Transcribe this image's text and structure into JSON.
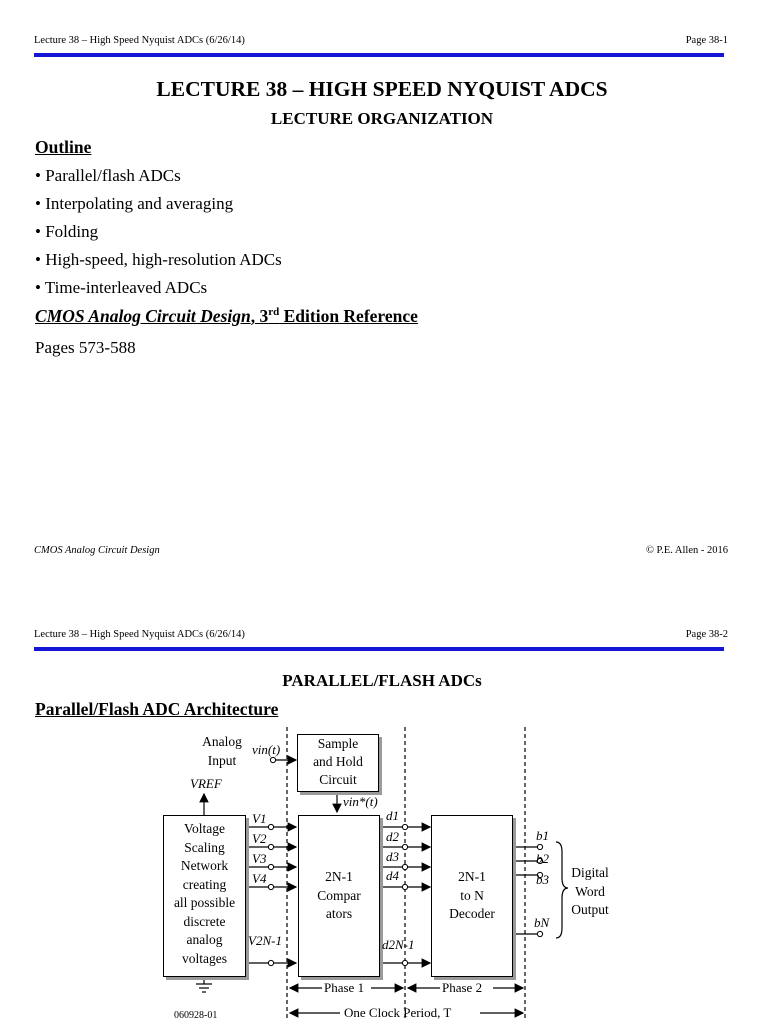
{
  "page1": {
    "header_left": "Lecture 38 – High Speed Nyquist ADCs (6/26/14)",
    "header_right": "Page 38-1",
    "title": "LECTURE 38 – HIGH SPEED NYQUIST ADCS",
    "subtitle": "LECTURE ORGANIZATION",
    "outline_heading": "Outline",
    "bullets": [
      "• Parallel/flash ADCs",
      "• Interpolating and averaging",
      "• Folding",
      "• High-speed, high-resolution ADCs",
      "• Time-interleaved ADCs"
    ],
    "reference_italic": "CMOS Analog Circuit Design",
    "reference_mid": ", 3",
    "reference_sup": "rd",
    "reference_rest": " Edition Reference",
    "pages": "Pages 573-588",
    "footer_left": "CMOS Analog Circuit Design",
    "footer_right": "© P.E. Allen - 2016"
  },
  "page2": {
    "header_left": "Lecture 38 – High Speed Nyquist ADCs (6/26/14)",
    "header_right": "Page 38-2",
    "title": "PARALLEL/FLASH ADCs",
    "section_heading": "Parallel/Flash ADC Architecture",
    "diagram": {
      "analog_input": [
        "Analog",
        "Input"
      ],
      "vin_label": "vin(t)",
      "sample_hold": [
        "Sample",
        "and Hold",
        "Circuit"
      ],
      "vin_star": "vin*(t)",
      "vref": "VREF",
      "scaling": [
        "Voltage",
        "Scaling",
        "Network",
        "creating",
        "all possible",
        "discrete",
        "analog",
        "voltages"
      ],
      "v_labels": [
        "V1",
        "V2",
        "V3",
        "V4",
        "V2N-1"
      ],
      "comparators": [
        "2N-1",
        "Compar",
        "ators"
      ],
      "d_labels": [
        "d1",
        "d2",
        "d3",
        "d4",
        "d2N-1"
      ],
      "decoder": [
        "2N-1",
        "to N",
        "Decoder"
      ],
      "b_labels": [
        "b1",
        "b2",
        "b3",
        "bN"
      ],
      "output": [
        "Digital",
        "Word",
        "Output"
      ],
      "phase1": "Phase 1",
      "phase2": "Phase 2",
      "clock_period": "One Clock Period, T",
      "figure_id": "060928-01"
    }
  }
}
